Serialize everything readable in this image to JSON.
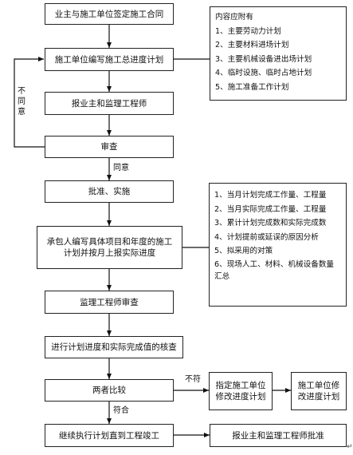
{
  "boxes": {
    "contract": "业主与施工单位签定施工合同",
    "compile_plan": "施工单位编写施工总进度计划",
    "report_owner": "报业主和监理工程师",
    "review": "审查",
    "approve": "批准、实施",
    "contractor_report": "承包人编写具体项目和年度的施工计划并按月上报实际进度",
    "supervisor_review": "监理工程师审查",
    "compare": "进行计划进度和实际完成值的核查",
    "check_match": "两者比较",
    "continue": "继续执行计划直到工程竣工",
    "designate": "指定施工单位修改进度计划",
    "modify": "施工单位修改进度计划",
    "report_approve": "报业主和监理工程师批准"
  },
  "labels": {
    "disagree": "不同意",
    "agree": "同意",
    "not_match": "不符",
    "match": "符合"
  },
  "note_plan": {
    "title": "内容应附有",
    "items": [
      "1、主要劳动力计划",
      "2、主要材料进场计划",
      "3、主要机械设备进出场计划",
      "4、临时设施、临时占地计划",
      "5、施工准备工作计划"
    ]
  },
  "note_report": {
    "items": [
      "1、当月计划完成工作量、工程量",
      "2、当月实际完成工作量、工程量",
      "3、累计计划完成数和实际完成数",
      "4、计划提前或延误的原因分析",
      "5、拟采用的对策",
      "6、现场人工、材料、机械设备数量汇总"
    ]
  },
  "marks": {
    "end_mark": "↵"
  }
}
